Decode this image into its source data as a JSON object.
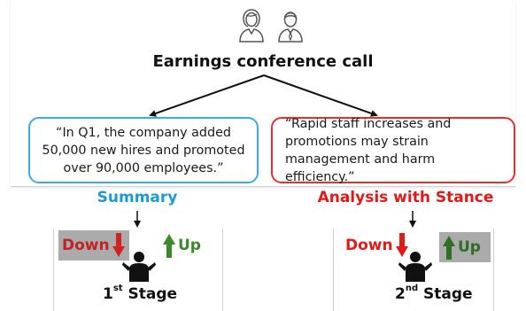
{
  "diagram": {
    "title": "Earnings conference call",
    "quote_left": "“In Q1, the company added\n50,000 new hires and promoted\nover 90,000 employees.”",
    "quote_right": "“Rapid staff increases and\npromotions may strain\nmanagement and harm efficiency.”",
    "label_summary": "Summary",
    "label_analysis": "Analysis with Stance",
    "stage1": {
      "down": "Down",
      "up": "Up",
      "ordinal": "1",
      "ordinal_suffix": "st",
      "stage_word": "Stage"
    },
    "stage2": {
      "down": "Down",
      "up": "Up",
      "ordinal": "2",
      "ordinal_suffix": "nd",
      "stage_word": "Stage"
    }
  },
  "colors": {
    "summary_blue": "#1c9ad6",
    "stance_red": "#e01818",
    "left_box_border": "#3fa9e0",
    "right_box_border": "#e53030",
    "down_red": "#d32020",
    "up_green": "#3a8a2a",
    "highlight_gray": "#ababab"
  }
}
